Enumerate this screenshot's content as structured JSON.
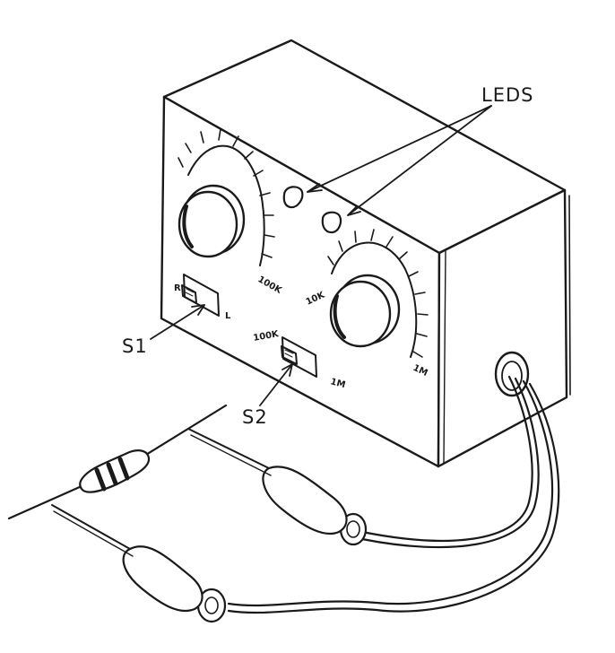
{
  "labels": {
    "leds": "LEDS",
    "s1": "S1",
    "s2": "S2"
  },
  "dial_left": {
    "end_label": "100K",
    "ticks": 12
  },
  "dial_right": {
    "start_label": "10K",
    "end_label": "1M",
    "ticks": 12
  },
  "switch_s1": {
    "left_label": "R",
    "right_label": "L"
  },
  "switch_s2": {
    "left_label": "100K",
    "right_label": "1M"
  },
  "colors": {
    "ink": "#1a1a1a",
    "paper": "#ffffff"
  }
}
